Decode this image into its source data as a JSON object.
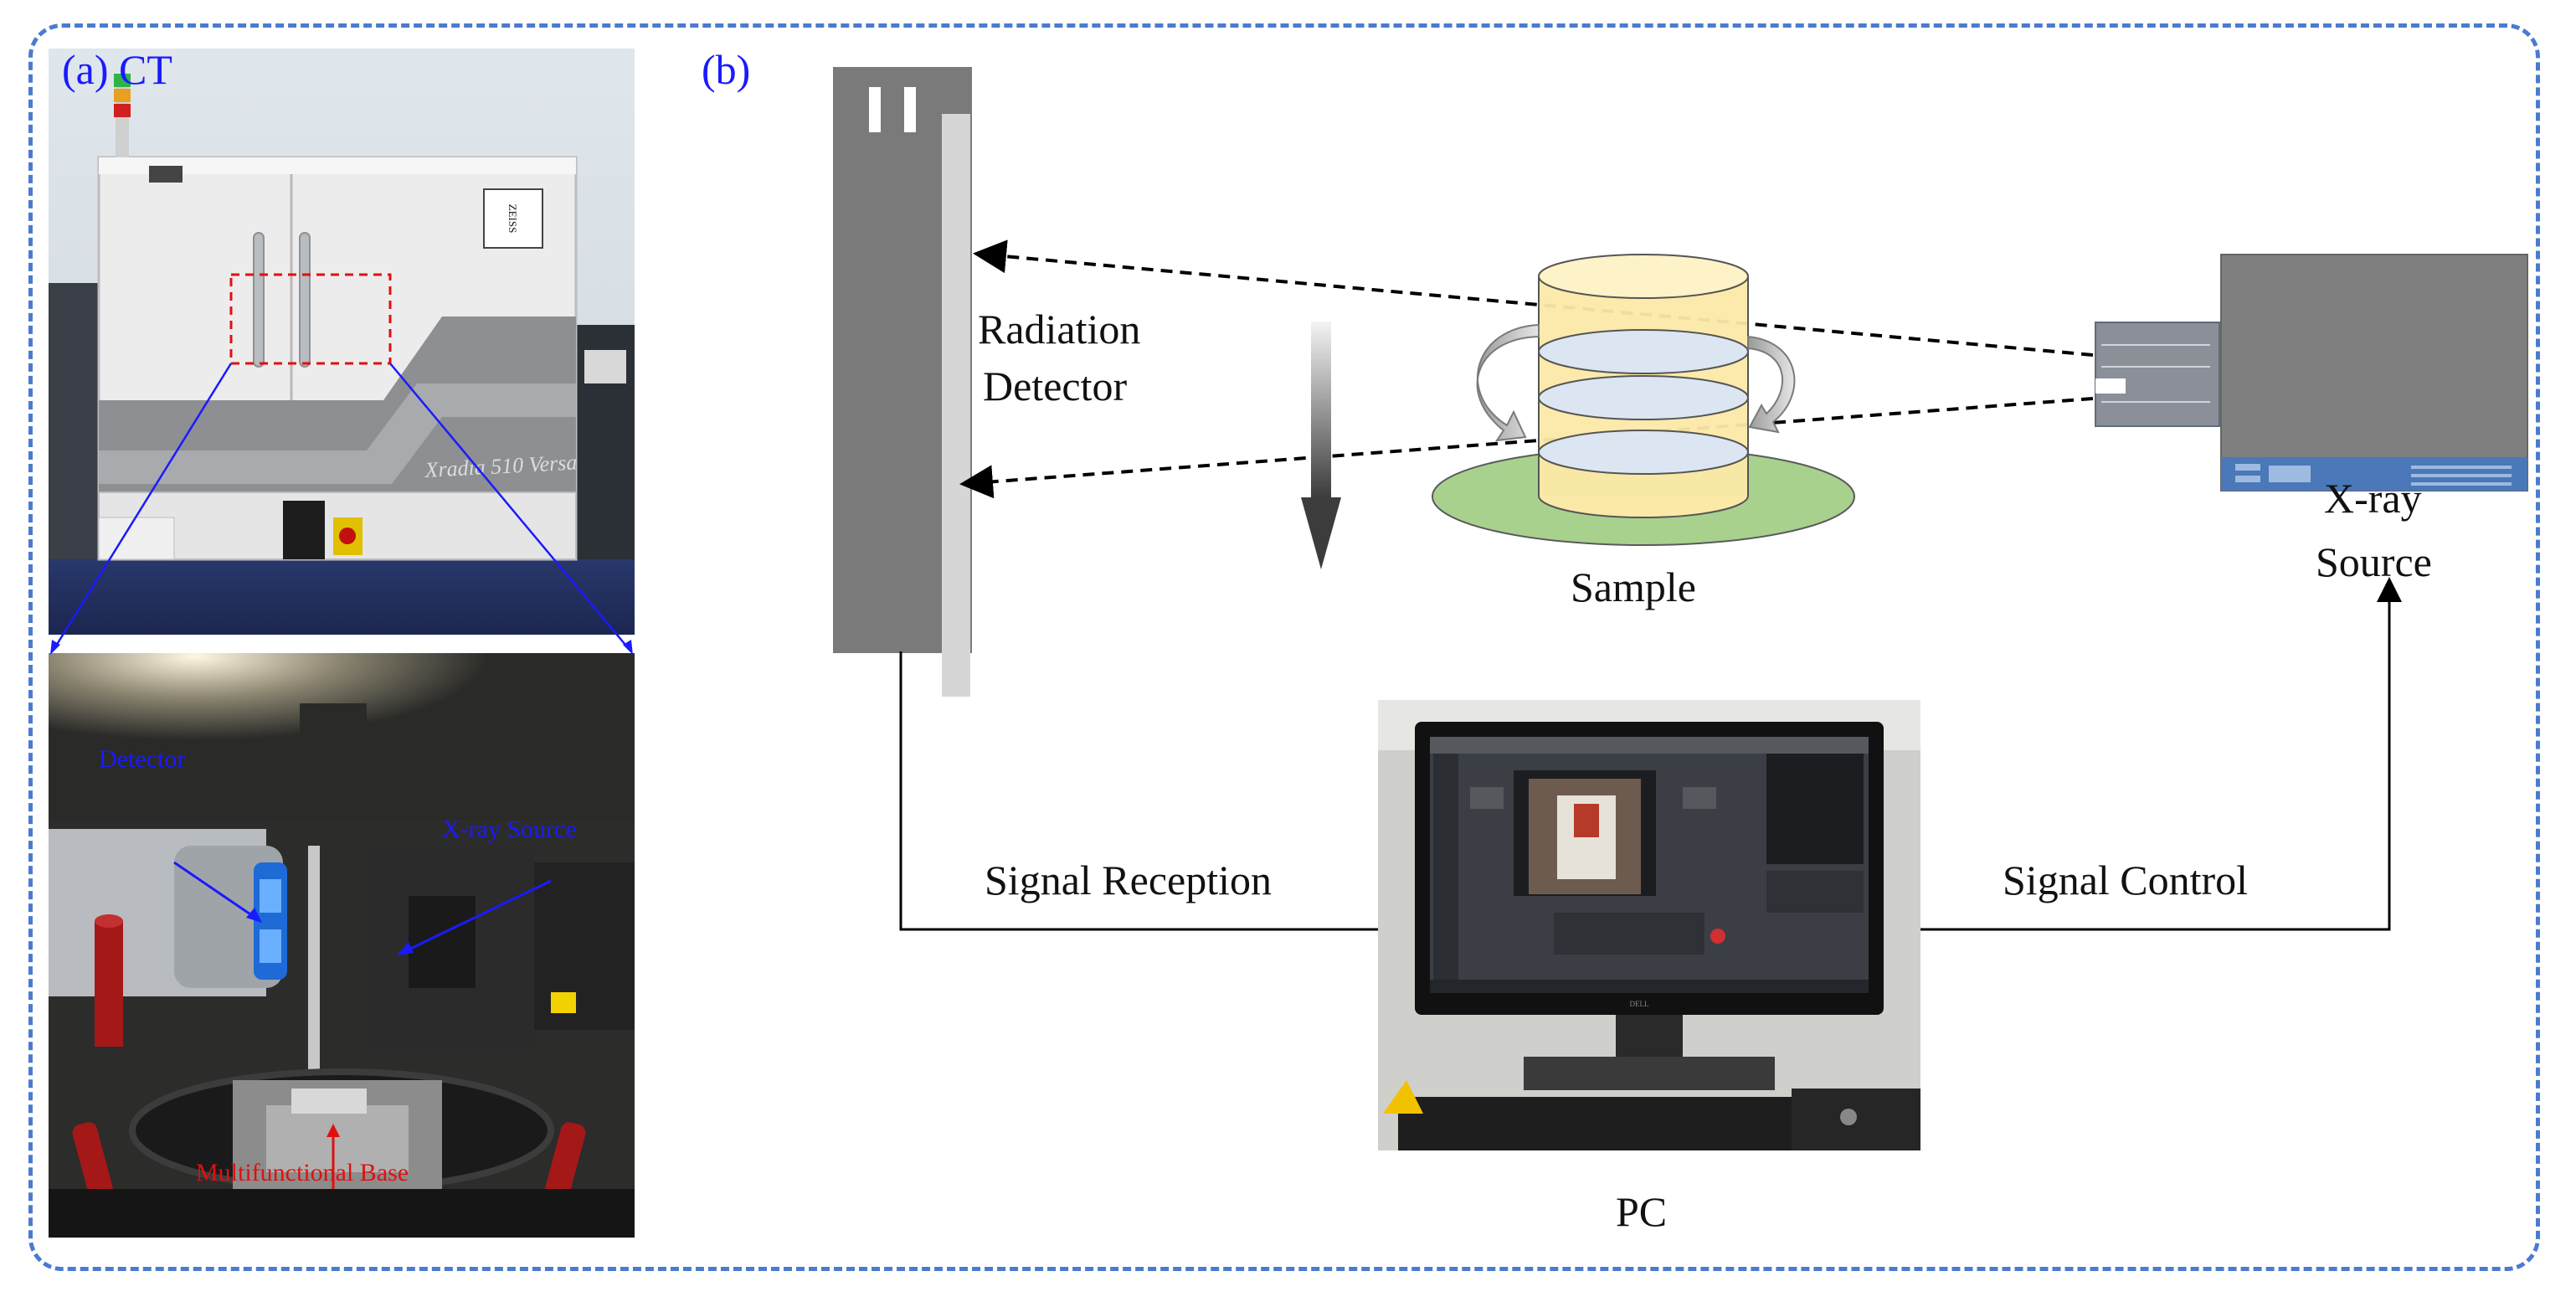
{
  "panel_a": {
    "label": "(a) CT",
    "machine_brand": "ZEISS",
    "machine_model": "Xradia 510 Versa",
    "callouts": {
      "detector": "Detector",
      "xray_source": "X-ray Source",
      "multifunctional_base": "Multifunctional Base"
    }
  },
  "panel_b": {
    "label": "(b)",
    "radiation_detector": [
      "Radiation",
      "Detector"
    ],
    "sample": "Sample",
    "xray_source": [
      "X-ray",
      "Source"
    ],
    "signal_reception": "Signal Reception",
    "signal_control": "Signal Control",
    "pc": "PC",
    "monitor_brand": "DELL"
  },
  "colors": {
    "frame_border": "#4a7bd0",
    "panel_a_label": "#1a1aff",
    "callout_blue": "#1a1aff",
    "callout_red": "#e01010",
    "detector_gray": "#7a7a7a",
    "sample_yellow": "#fbe9a8",
    "sample_disc": "#dce6f2",
    "platform_green": "#a9d18e",
    "source_gray": "#7f7f7f"
  }
}
